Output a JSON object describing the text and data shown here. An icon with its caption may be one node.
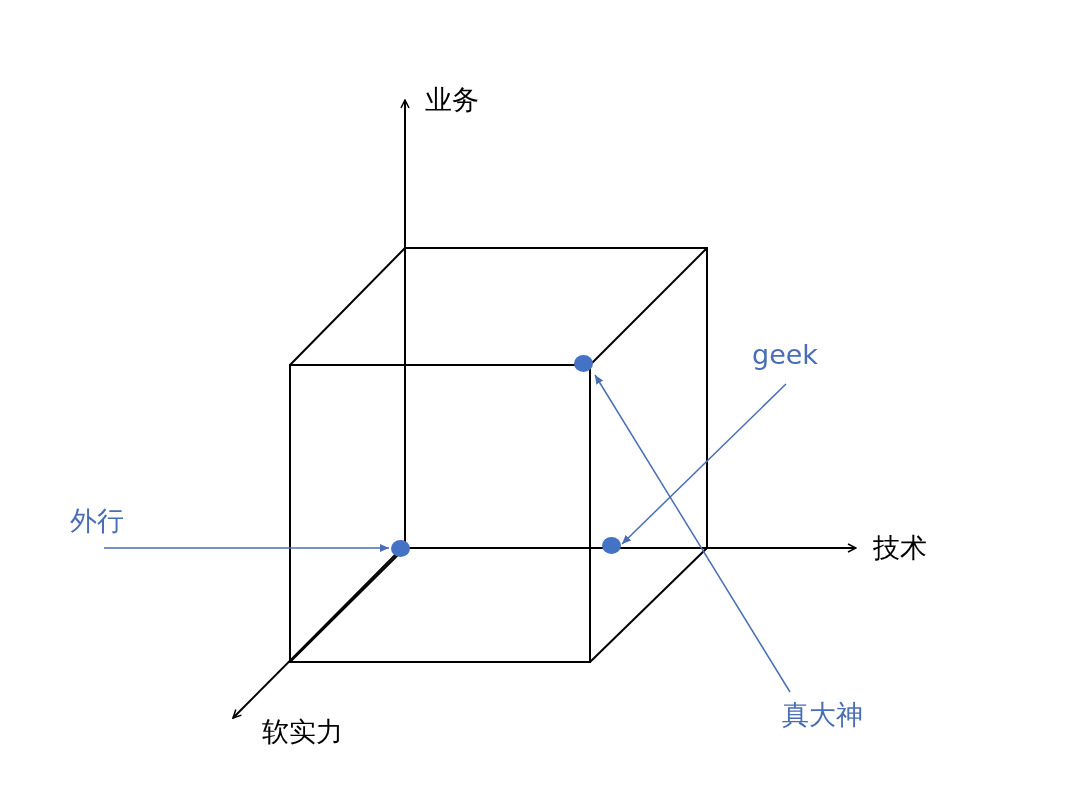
{
  "diagram": {
    "nodes": [
      {
        "text": [
          "geek"
        ]
      },
      {
        "text": [
          "外行"
        ]
      },
      {
        "text": [
          "真大神"
        ]
      },
      {
        "text": [],
        "shape": "circle"
      },
      {
        "text": [],
        "shape": "circle"
      },
      {
        "text": [],
        "shape": "circle"
      }
    ],
    "edges": [
      {
        "from": 1,
        "to": 3,
        "arrow": "to"
      },
      {
        "from": 0,
        "to": 5,
        "arrow": "to"
      },
      {
        "from": 2,
        "to": 4,
        "arrow": "to"
      }
    ],
    "labels": [
      "业务",
      "技术",
      "软实力"
    ]
  }
}
